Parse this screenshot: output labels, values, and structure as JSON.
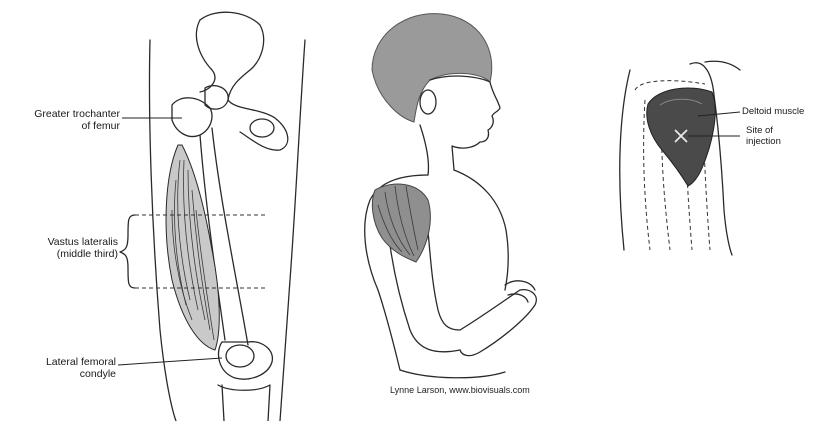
{
  "left": {
    "labels": {
      "greater_trochanter_line1": "Greater trochanter",
      "greater_trochanter_line2": "of femur",
      "vastus_line1": "Vastus lateralis",
      "vastus_line2": "(middle third)",
      "condyle_line1": "Lateral femoral",
      "condyle_line2": "condyle"
    }
  },
  "middle": {
    "credit": "Lynne Larson, www.biovisuals.com"
  },
  "right": {
    "labels": {
      "deltoid": "Deltoid muscle",
      "site_line1": "Site of",
      "site_line2": "injection"
    }
  }
}
